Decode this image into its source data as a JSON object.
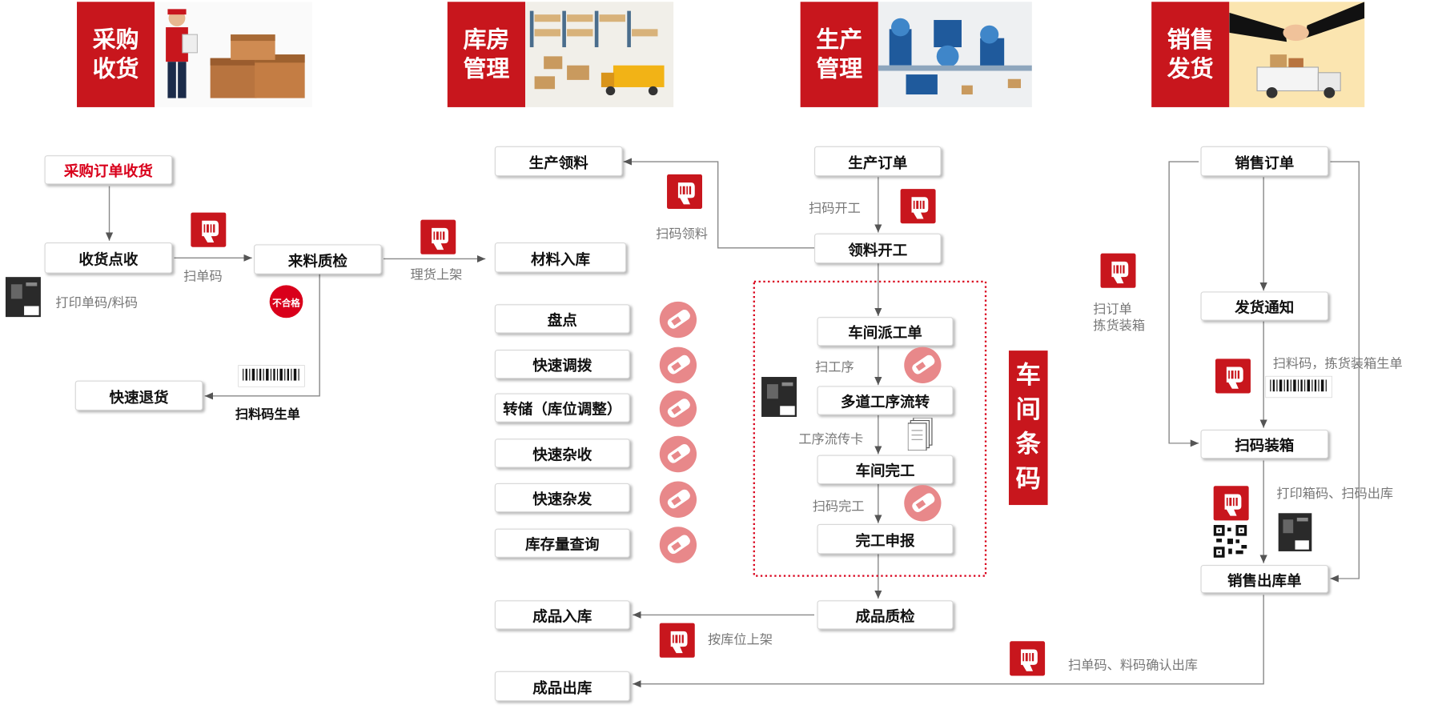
{
  "headers": [
    {
      "line1": "采购",
      "line2": "收货"
    },
    {
      "line1": "库房",
      "line2": "管理"
    },
    {
      "line1": "生产",
      "line2": "管理"
    },
    {
      "line1": "销售",
      "line2": "发货"
    }
  ],
  "boxes": {
    "po_receive": "采购订单收货",
    "receive_count": "收货点收",
    "incoming_qc": "来料质检",
    "quick_return": "快速退货",
    "prod_pick": "生产领料",
    "material_in": "材料入库",
    "inventory": "盘点",
    "transfer": "快速调拨",
    "relocate": "转储（库位调整）",
    "misc_receive": "快速杂收",
    "misc_issue": "快速杂发",
    "stock_query": "库存量查询",
    "fg_in": "成品入库",
    "fg_out": "成品出库",
    "prod_order": "生产订单",
    "pick_start": "领料开工",
    "dispatch": "车间派工单",
    "multi_process": "多道工序流转",
    "complete": "车间完工",
    "report": "完工申报",
    "fg_qc": "成品质检",
    "sales_order": "销售订单",
    "ship_notice": "发货通知",
    "scan_pack": "扫码装箱",
    "sales_out": "销售出库单"
  },
  "labels": {
    "scan_order": "扫单码",
    "print_codes": "打印单码/料码",
    "reject": "不合格",
    "scan_gen": "扫料码生单",
    "shelving": "理货上架",
    "scan_start": "扫码开工",
    "scan_pick": "扫码领料",
    "scan_process": "扫工序",
    "flow_card": "工序流传卡",
    "scan_complete": "扫码完工",
    "by_location": "按库位上架",
    "scan_confirm_out": "扫单码、料码确认出库",
    "scan_order2_line1": "扫订单",
    "scan_order2_line2": "拣货装箱",
    "scan_pack_gen": "扫料码，拣货装箱生单",
    "print_box_out": "打印箱码、扫码出库",
    "workshop_banner": [
      "车",
      "间",
      "条",
      "码"
    ]
  },
  "colors": {
    "brand_red": "#c8161d",
    "text_red": "#d9001b",
    "pda_pink": "#e8888a"
  },
  "icons": {
    "scanner": "barcode-scanner-icon",
    "pda": "handheld-pda-icon",
    "printer": "label-printer-icon",
    "barcode": "barcode-label-icon",
    "qr": "qr-code-icon",
    "paper": "paper-stack-icon"
  }
}
